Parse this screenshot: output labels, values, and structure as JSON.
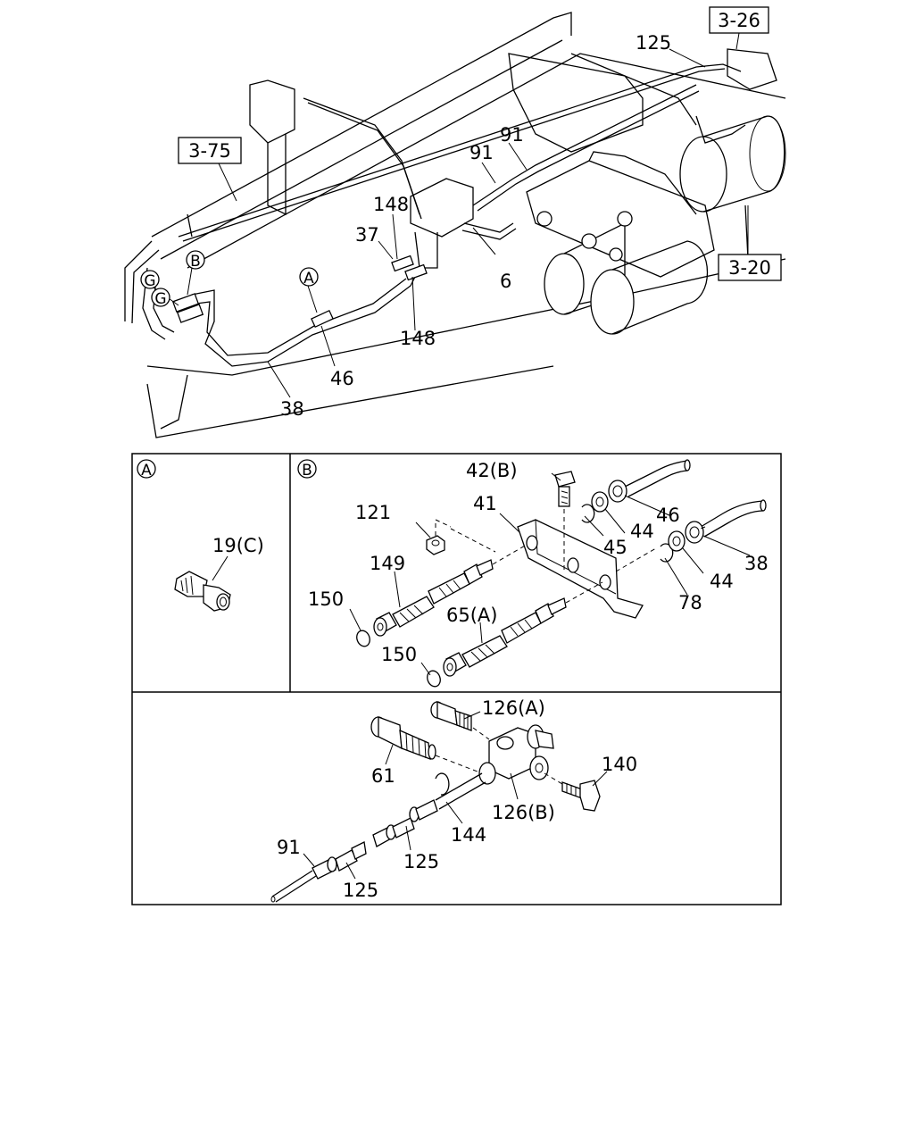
{
  "refs": {
    "r326": "3-26",
    "r375": "3-75",
    "r320": "3-20"
  },
  "overview": {
    "l125": "125",
    "l91a": "91",
    "l91b": "91",
    "l148a": "148",
    "l37": "37",
    "l6": "6",
    "l148b": "148",
    "l46": "46",
    "l38": "38",
    "cG1": "G",
    "cG2": "G",
    "cB": "B",
    "cA": "A"
  },
  "panelA": {
    "marker": "A",
    "l19c": "19(C)"
  },
  "panelB": {
    "marker": "B",
    "l42b": "42(B)",
    "l121": "121",
    "l41": "41",
    "l46": "46",
    "l44a": "44",
    "l45": "45",
    "l38": "38",
    "l44b": "44",
    "l149": "149",
    "l150a": "150",
    "l65a": "65(A)",
    "l78": "78",
    "l150b": "150"
  },
  "panelC": {
    "l126a": "126(A)",
    "l61": "61",
    "l140": "140",
    "l126b": "126(B)",
    "l144": "144",
    "l91": "91",
    "l125a": "125",
    "l125b": "125"
  }
}
